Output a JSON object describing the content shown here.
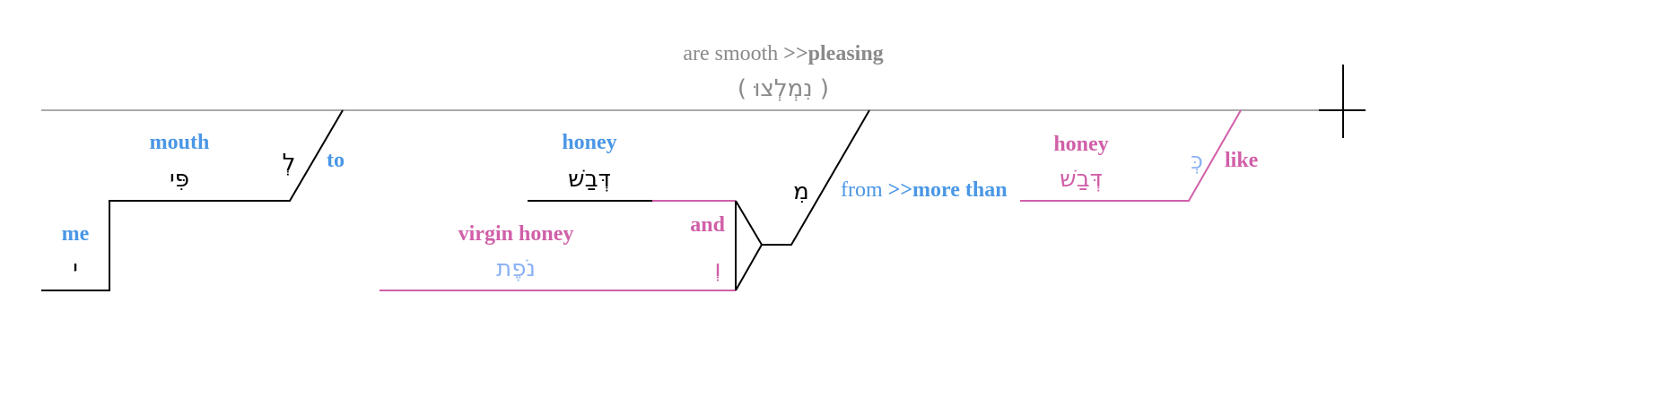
{
  "colors": {
    "verb_gray": "#8a8a8a",
    "english_blue": "#4a97e6",
    "english_pink": "#d05fa8",
    "hebrew_light_blue": "#8ab2f6",
    "line_black": "#000000",
    "line_pink": "#d05fa8",
    "baseline_gray": "#aaaaaa"
  },
  "verb": {
    "english_plain": "are smooth ",
    "english_bold": ">>pleasing",
    "hebrew": "( נִמְלְצוּ )"
  },
  "modifiers": {
    "me": {
      "english": "me",
      "hebrew": "י"
    },
    "mouth": {
      "english": "mouth",
      "hebrew": "פִּי"
    },
    "to": {
      "english": "to",
      "hebrew": "לְ"
    }
  },
  "compound": {
    "honey": {
      "english": "honey",
      "hebrew": "דְּבַשׁ"
    },
    "virgin_honey": {
      "english": "virgin honey",
      "hebrew": "נֹפֶת"
    },
    "conjunction": {
      "english": "and",
      "hebrew": "וְ"
    }
  },
  "from_phrase": {
    "hebrew": "מִ",
    "english_plain": "from ",
    "english_bold": ">>more than"
  },
  "like_phrase": {
    "honey": {
      "english": "honey",
      "hebrew": "דְּבַשׁ"
    },
    "preposition": {
      "english": "like",
      "hebrew": "כְּ"
    }
  }
}
